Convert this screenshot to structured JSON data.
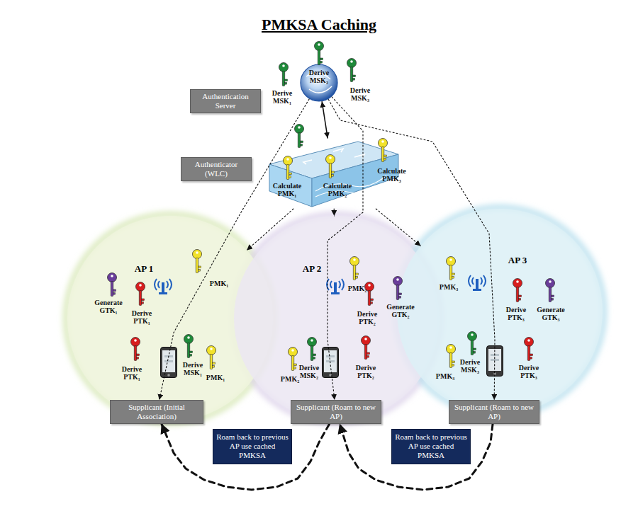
{
  "diagram": {
    "title": "PMKSA Caching",
    "nodes": [
      {
        "text": [
          "Derive MSK₂"
        ]
      },
      {
        "text": [
          "Authentication Server"
        ]
      },
      {
        "text": [
          "Authenticator (WLC)"
        ]
      },
      {
        "text": [
          "Calculate PMK₁",
          "Calculate PMK₂"
        ]
      },
      {
        "text": [
          "AP 1"
        ]
      },
      {
        "text": [
          "AP 2"
        ]
      },
      {
        "text": [
          "AP 3"
        ]
      },
      {
        "text": [
          "Supplicant (Initial Association)"
        ]
      },
      {
        "text": [
          "Supplicant (Roam to new AP)"
        ]
      },
      {
        "text": [
          "Supplicant (Roam to new AP)"
        ]
      },
      {
        "text": [
          "Roam back to previous AP use cached PMKSA"
        ]
      },
      {
        "text": [
          "Roam back to previous AP use cached PMKSA"
        ]
      }
    ],
    "edges": [
      {
        "from": 0,
        "to": 3,
        "arrow": "both"
      },
      {
        "from": 3,
        "to": 4,
        "arrow": "to"
      },
      {
        "from": 3,
        "to": 5,
        "arrow": "to"
      },
      {
        "from": 3,
        "to": 6,
        "arrow": "to"
      },
      {
        "from": 0,
        "to": 7,
        "arrow": "to"
      },
      {
        "from": 0,
        "to": 8,
        "arrow": "to"
      },
      {
        "from": 0,
        "to": 9,
        "arrow": "to"
      },
      {
        "from": 8,
        "to": 7,
        "arrow": "to"
      },
      {
        "from": 9,
        "to": 8,
        "arrow": "to"
      }
    ],
    "labels": [
      "Derive MSK₁",
      "Derive MSK₃",
      "Calculate PMK₃",
      "PMK₁",
      "Generate GTK₁",
      "Derive PTK₁",
      "Derive PTK₁",
      "Derive MSK₁",
      "PMK₁",
      "PMK₂",
      "Derive PTK₂",
      "Generate GTK₂",
      "PMK₂",
      "Derive MSK₂",
      "Derive PTK₂",
      "PMK₃",
      "Derive PTK₃",
      "Generate GTK₃",
      "PMK₃",
      "Derive MSK₃",
      "Derive PTK₃"
    ]
  }
}
